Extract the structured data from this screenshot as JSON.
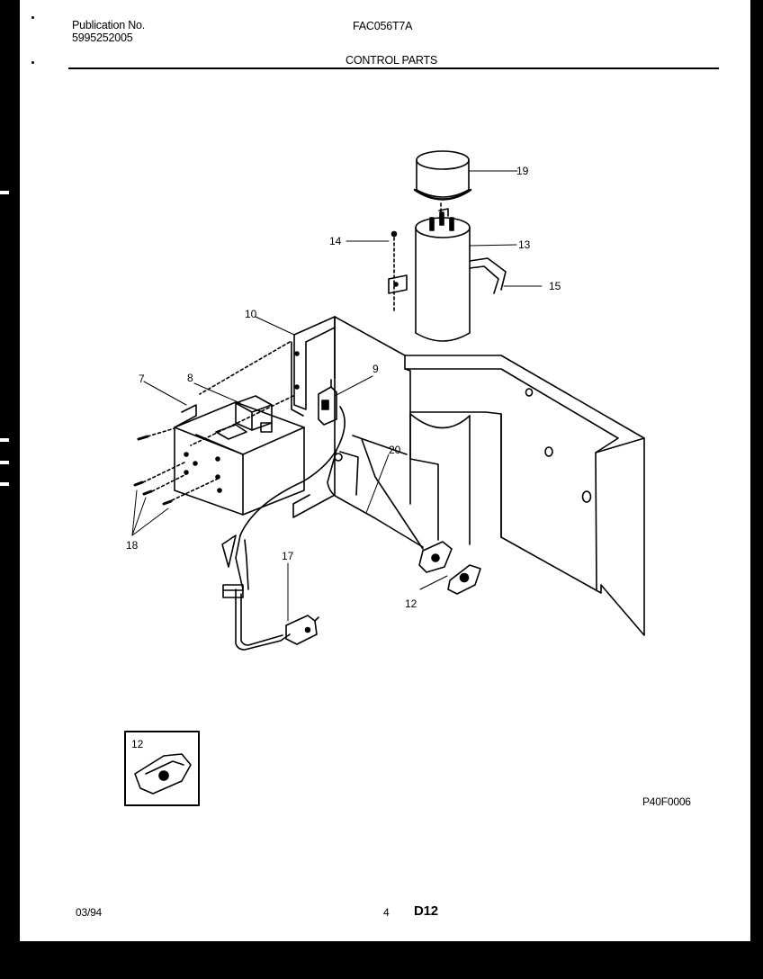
{
  "header": {
    "publication_label": "Publication No.",
    "publication_number": "5995252005",
    "model": "FAC056T7A",
    "section_title": "CONTROL PARTS"
  },
  "callouts": {
    "c19": "19",
    "c14": "14",
    "c13": "13",
    "c15": "15",
    "c10": "10",
    "c7": "7",
    "c8": "8",
    "c9": "9",
    "c20": "20",
    "c17": "17",
    "c18": "18",
    "c12": "12",
    "inset12": "12"
  },
  "figure_code": "P40F0006",
  "footer": {
    "date": "03/94",
    "page": "4",
    "code": "D12"
  }
}
